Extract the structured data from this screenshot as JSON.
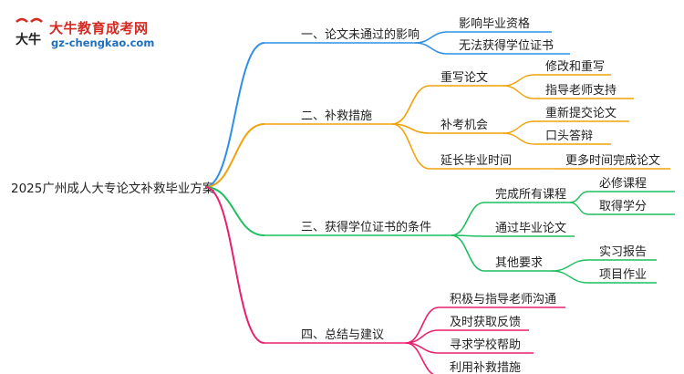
{
  "brand": {
    "name": "大牛教育成考网",
    "url": "gz-chengkao.com",
    "logo_glyph": "大牛",
    "colors": {
      "red": "#d32a22",
      "blue": "#1d6fc2"
    }
  },
  "mindmap": {
    "root": "2025广州成人大专论文补救毕业方案",
    "branches": [
      {
        "label": "一、论文未通过的影响",
        "color": "#2f8fe6",
        "children": [
          {
            "label": "影响毕业资格",
            "children": []
          },
          {
            "label": "无法获得学位证书",
            "children": []
          }
        ]
      },
      {
        "label": "二、补救措施",
        "color": "#f0a30a",
        "children": [
          {
            "label": "重写论文",
            "children": [
              "修改和重写",
              "指导老师支持"
            ]
          },
          {
            "label": "补考机会",
            "children": [
              "重新提交论文",
              "口头答辩"
            ]
          },
          {
            "label": "延长毕业时间",
            "children": [
              "更多时间完成论文"
            ]
          }
        ]
      },
      {
        "label": "三、获得学位证书的条件",
        "color": "#1fbf5f",
        "children": [
          {
            "label": "完成所有课程",
            "children": [
              "必修课程",
              "取得学分"
            ]
          },
          {
            "label": "通过毕业论文",
            "children": []
          },
          {
            "label": "其他要求",
            "children": [
              "实习报告",
              "项目作业"
            ]
          }
        ]
      },
      {
        "label": "四、总结与建议",
        "color": "#e8206e",
        "children": [
          {
            "label": "积极与指导老师沟通",
            "children": []
          },
          {
            "label": "及时获取反馈",
            "children": []
          },
          {
            "label": "寻求学校帮助",
            "children": []
          },
          {
            "label": "利用补救措施",
            "children": []
          }
        ]
      }
    ]
  }
}
